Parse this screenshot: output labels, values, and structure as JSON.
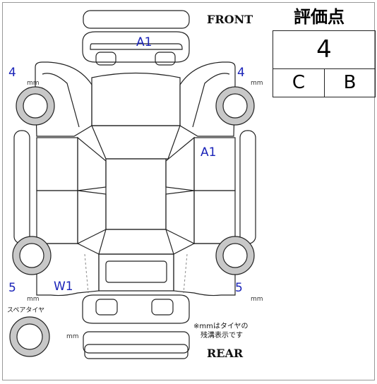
{
  "labels": {
    "front": "FRONT",
    "rear": "REAR",
    "spare_tire": "スペアタイヤ",
    "note_line1": "※mmはタイヤの",
    "note_line2": "残溝表示です"
  },
  "grade_box": {
    "title": "評価点",
    "score": "4",
    "interior": "C",
    "exterior": "B"
  },
  "marks": {
    "front_bumper": "A1",
    "right_front_door": "A1",
    "left_rear": "W1"
  },
  "tires": {
    "front_left": {
      "value": "4",
      "unit": "mm"
    },
    "front_right": {
      "value": "4",
      "unit": "mm"
    },
    "rear_left": {
      "value": "5",
      "unit": "mm"
    },
    "rear_right": {
      "value": "5",
      "unit": "mm"
    },
    "spare": {
      "unit": "mm"
    }
  },
  "colors": {
    "mark_text": "#1a23b8",
    "outline": "#222222",
    "tire_gray": "#c8c8c8"
  }
}
